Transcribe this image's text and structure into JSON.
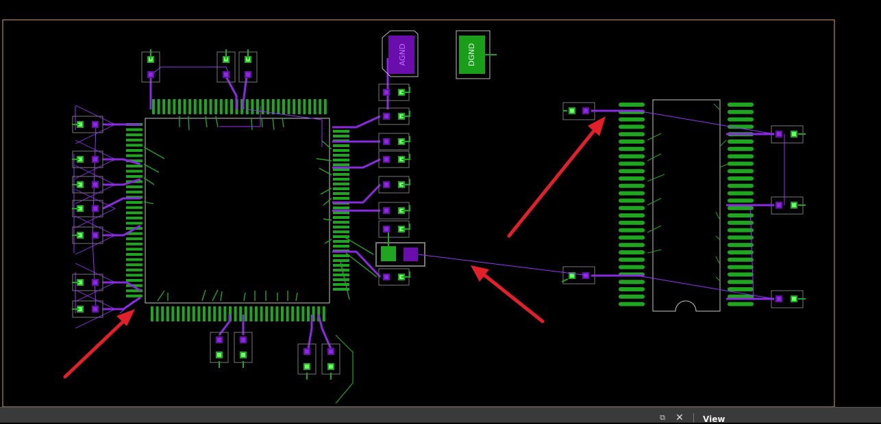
{
  "canvas": {
    "background_color": "#000000",
    "board_outline_color": "#d9a07a",
    "top_copper_color": "#1a9e1a",
    "bottom_copper_color": "#6a0dad",
    "silkscreen_color": "#d0d0d0",
    "ratsnest_color": "#9b30ff"
  },
  "pads": {
    "agnd_label": "AGND",
    "dgnd_label": "DGND"
  },
  "annotations": {
    "arrow_color": "#e3202a",
    "count": 3
  },
  "statusbar": {
    "restore_icon": "restore-icon",
    "close_icon": "close-icon",
    "view_label": "View"
  }
}
